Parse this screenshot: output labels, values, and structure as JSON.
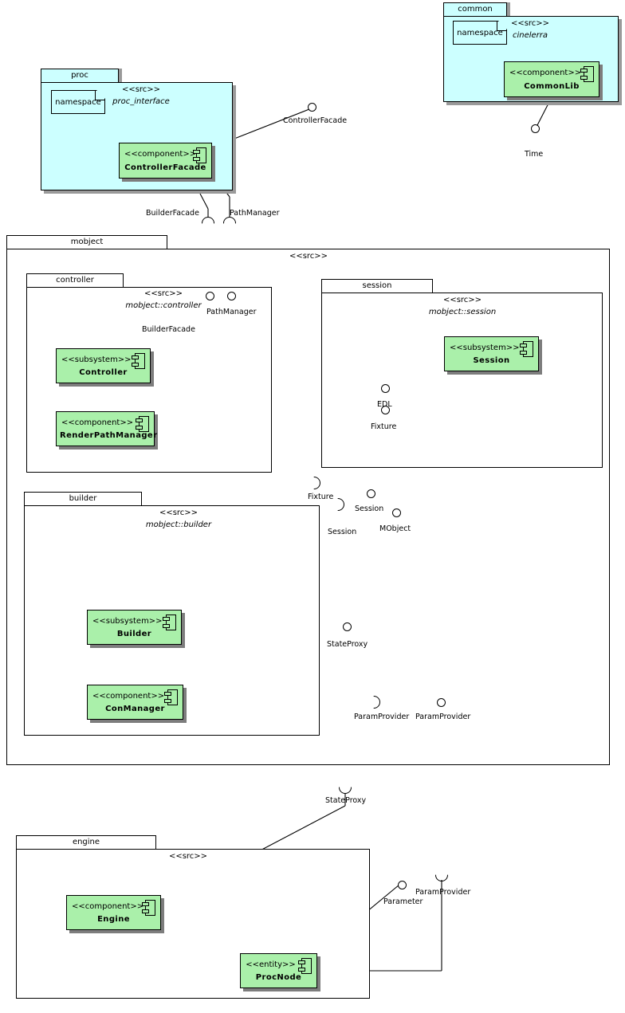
{
  "diagram": {
    "kind": "uml-component-diagram",
    "colors": {
      "package_fill_cyan": "#ccffff",
      "package_fill_white": "#ffffff",
      "component_fill_green": "#aaf0aa",
      "outline": "#000000",
      "shadow": "#7d7d7d"
    },
    "stereotypes": {
      "src": "<<src>>",
      "component": "<<component>>",
      "subsystem": "<<subsystem>>",
      "entity": "<<entity>>"
    },
    "note_label": "namespace"
  },
  "packages": {
    "common": {
      "name": "common",
      "stereotype": "<<src>>",
      "qualified": "cinelerra"
    },
    "proc": {
      "name": "proc",
      "stereotype": "<<src>>",
      "qualified": "proc_interface"
    },
    "mobject": {
      "name": "mobject",
      "stereotype": "<<src>>",
      "qualified": ""
    },
    "controller": {
      "name": "controller",
      "stereotype": "<<src>>",
      "qualified": "mobject::controller"
    },
    "session": {
      "name": "session",
      "stereotype": "<<src>>",
      "qualified": "mobject::session"
    },
    "builder": {
      "name": "builder",
      "stereotype": "<<src>>",
      "qualified": "mobject::builder"
    },
    "engine": {
      "name": "engine",
      "stereotype": "<<src>>",
      "qualified": ""
    }
  },
  "components": {
    "common_lib": {
      "stereotype": "<<component>>",
      "name": "CommonLib"
    },
    "controller_facade": {
      "stereotype": "<<component>>",
      "name": "ControllerFacade"
    },
    "controller": {
      "stereotype": "<<subsystem>>",
      "name": "Controller"
    },
    "render_path_manager": {
      "stereotype": "<<component>>",
      "name": "RenderPathManager"
    },
    "session": {
      "stereotype": "<<subsystem>>",
      "name": "Session"
    },
    "builder": {
      "stereotype": "<<subsystem>>",
      "name": "Builder"
    },
    "con_manager": {
      "stereotype": "<<component>>",
      "name": "ConManager"
    },
    "engine": {
      "stereotype": "<<component>>",
      "name": "Engine"
    },
    "proc_node": {
      "stereotype": "<<entity>>",
      "name": "ProcNode"
    }
  },
  "interfaces": {
    "time": {
      "label": "Time",
      "shape": "provided"
    },
    "controller_facade": {
      "label": "ControllerFacade",
      "shape": "provided"
    },
    "builder_facade_req": {
      "label": "BuilderFacade",
      "shape": "required"
    },
    "path_manager_req": {
      "label": "PathManager",
      "shape": "required"
    },
    "builder_facade_prov": {
      "label": "BuilderFacade",
      "shape": "provided"
    },
    "path_manager_prov": {
      "label": "PathManager",
      "shape": "provided"
    },
    "edl": {
      "label": "EDL",
      "shape": "provided"
    },
    "fixture_prov": {
      "label": "Fixture",
      "shape": "provided"
    },
    "session_prov": {
      "label": "Session",
      "shape": "provided"
    },
    "mobject": {
      "label": "MObject",
      "shape": "provided"
    },
    "fixture_req": {
      "label": "Fixture",
      "shape": "required"
    },
    "session_req": {
      "label": "Session",
      "shape": "required"
    },
    "state_proxy_prov": {
      "label": "StateProxy",
      "shape": "provided"
    },
    "param_provider_req": {
      "label": "ParamProvider",
      "shape": "required"
    },
    "param_provider_prov": {
      "label": "ParamProvider",
      "shape": "provided"
    },
    "state_proxy_req": {
      "label": "StateProxy",
      "shape": "required"
    },
    "parameter": {
      "label": "Parameter",
      "shape": "provided"
    },
    "param_provider_req2": {
      "label": "ParamProvider",
      "shape": "required"
    }
  }
}
